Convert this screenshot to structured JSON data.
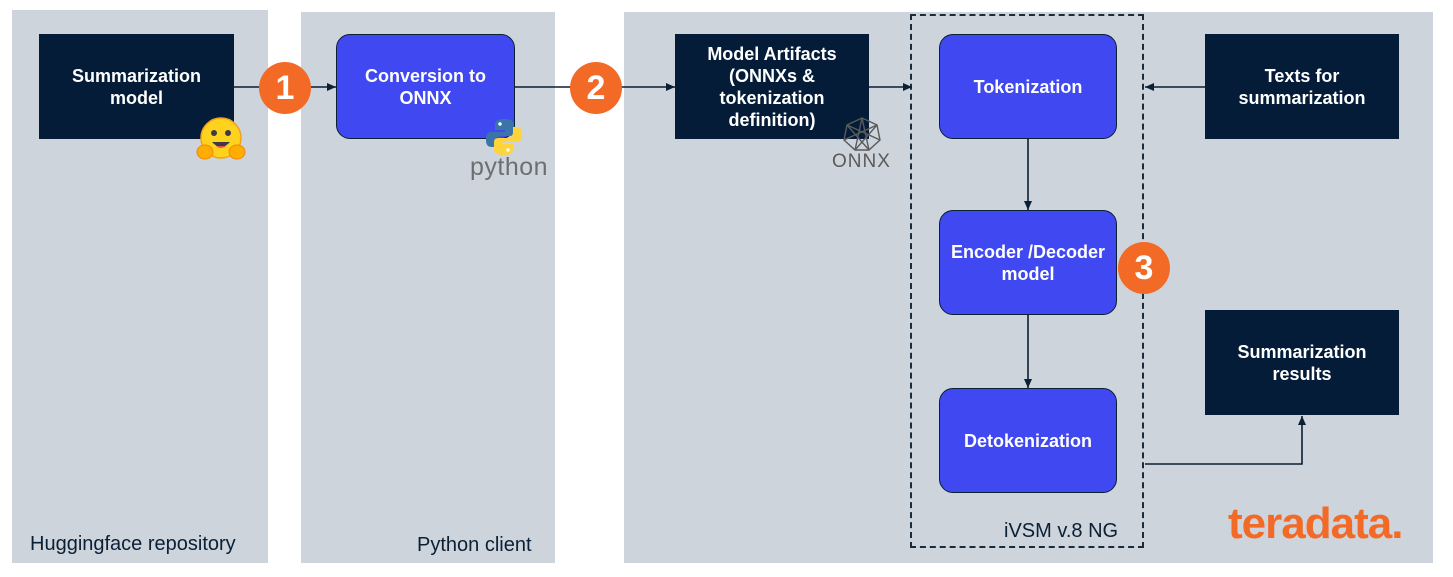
{
  "panels": {
    "huggingface": "Huggingface repository",
    "python_client": "Python client",
    "ivsm": "iVSM v.8 NG"
  },
  "boxes": {
    "summarization_model": "Summarization model",
    "conversion": "Conversion to ONNX",
    "artifacts": "Model Artifacts (ONNXs & tokenization definition)",
    "tokenization": "Tokenization",
    "encoder_decoder": "Encoder /Decoder model",
    "detokenization": "Detokenization",
    "texts": "Texts for summarization",
    "results": "Summarization results"
  },
  "steps": [
    "1",
    "2",
    "3"
  ],
  "logos": {
    "python": "python",
    "onnx": "ONNX",
    "teradata": "teradata."
  },
  "icons": [
    "hugging-face-icon",
    "python-icon",
    "onnx-icon",
    "teradata-logo"
  ],
  "colors": {
    "panel": "#cdd4dc",
    "dark_box": "#041c37",
    "blue_box": "#3f48f1",
    "accent": "#f26a26"
  }
}
